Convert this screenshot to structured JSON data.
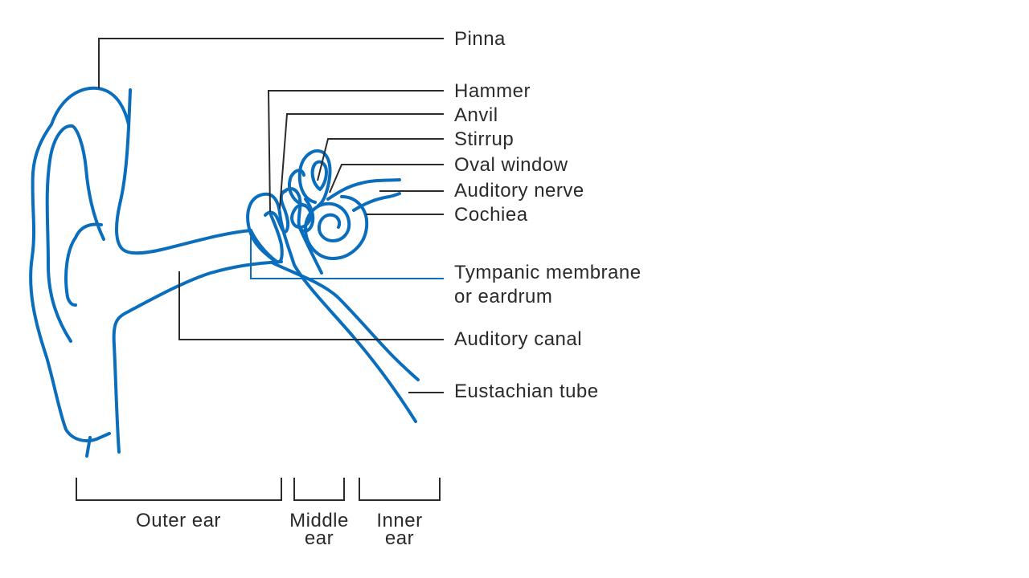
{
  "colors": {
    "ear_stroke": "#0a6ebd",
    "leader_stroke": "#2b2b2b",
    "text": "#2b2b2b",
    "background": "#ffffff"
  },
  "labels": {
    "pinna": "Pinna",
    "hammer": "Hammer",
    "anvil": "Anvil",
    "stirrup": "Stirrup",
    "oval_window": "Oval window",
    "auditory_nerve": "Auditory nerve",
    "cochlea": "Cochiea",
    "tympanic_line1": "Tympanic membrane",
    "tympanic_line2": "or eardrum",
    "auditory_canal": "Auditory canal",
    "eustachian_tube": "Eustachian tube"
  },
  "regions": {
    "outer": "Outer ear",
    "middle_line1": "Middle",
    "middle_line2": "ear",
    "inner_line1": "Inner",
    "inner_line2": "ear"
  }
}
